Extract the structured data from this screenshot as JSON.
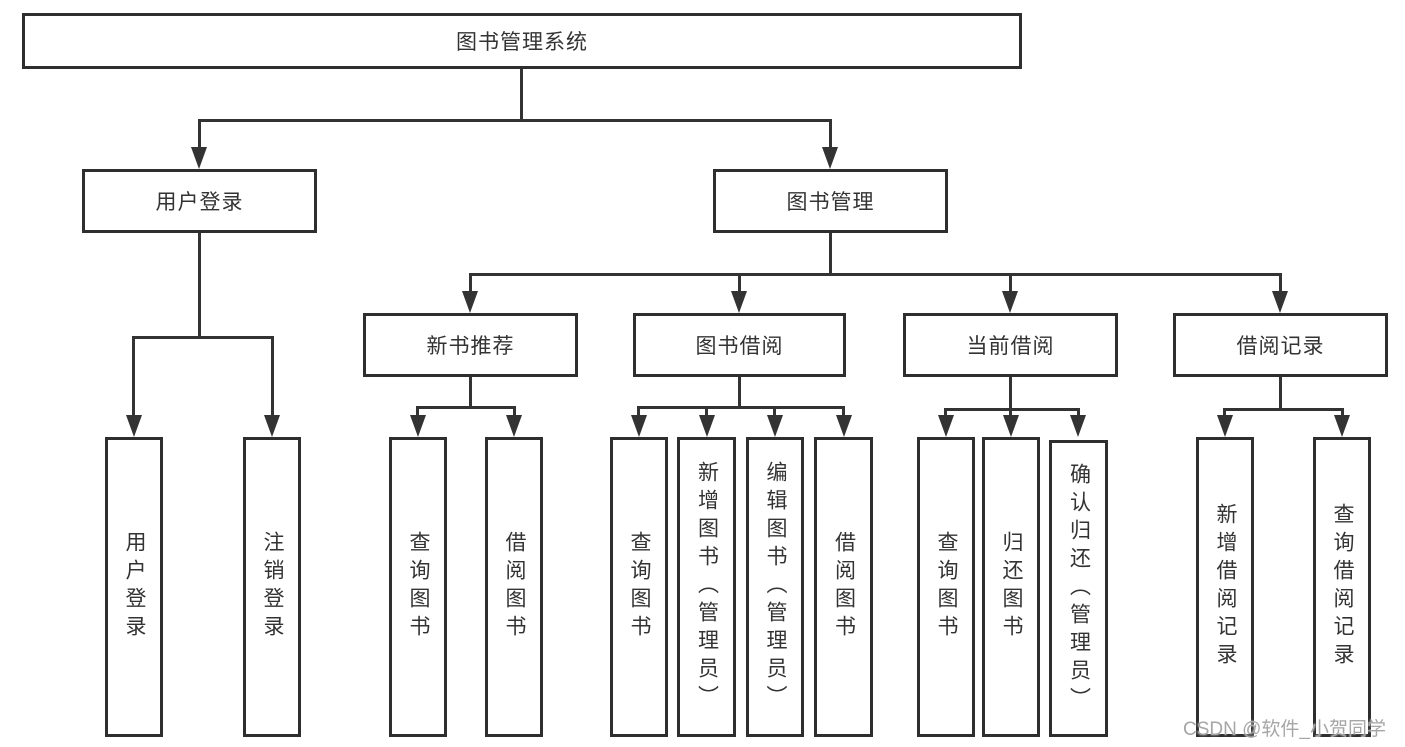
{
  "colors": {
    "box_border": "#2e2e2e",
    "connector": "#333333",
    "text": "#333333",
    "watermark": "#a6a6a6",
    "background": "#ffffff"
  },
  "watermark": "CSDN @软件_小贺同学",
  "tree": {
    "root": "图书管理系统",
    "branches": [
      {
        "label": "用户登录",
        "children": [
          "用户登录",
          "注销登录"
        ]
      },
      {
        "label": "图书管理",
        "sections": [
          {
            "label": "新书推荐",
            "children": [
              "查询图书",
              "借阅图书"
            ]
          },
          {
            "label": "图书借阅",
            "children": [
              "查询图书",
              "新增图书（管理员）",
              "编辑图书（管理员）",
              "借阅图书"
            ]
          },
          {
            "label": "当前借阅",
            "children": [
              "查询图书",
              "归还图书",
              "确认归还（管理员）"
            ]
          },
          {
            "label": "借阅记录",
            "children": [
              "新增借阅记录",
              "查询借阅记录"
            ]
          }
        ]
      }
    ]
  }
}
